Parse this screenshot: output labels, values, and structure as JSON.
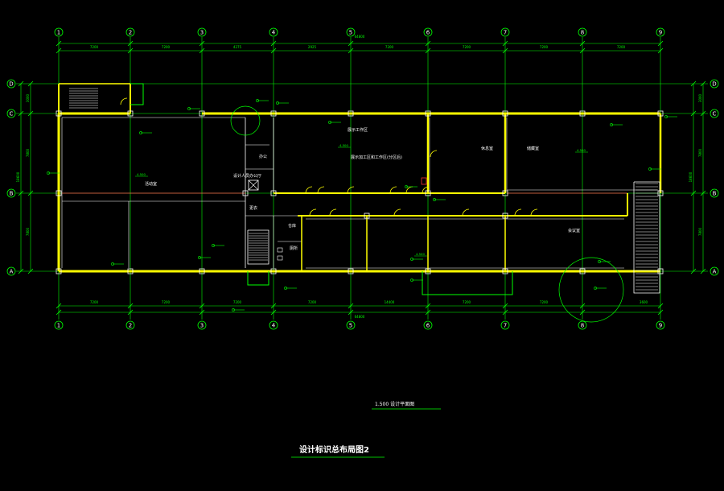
{
  "drawing": {
    "colors": {
      "background": "#000000",
      "wall": "#ffff00",
      "grid": "#00ff00",
      "partition": "#ffffff",
      "centerline": "#ff5050",
      "annotation": "#00ff00",
      "text": "#ffffff"
    },
    "grid_axes_columns": [
      "1",
      "2",
      "3",
      "4",
      "5",
      "6",
      "7",
      "8",
      "9"
    ],
    "grid_axes_rows": [
      "D",
      "C",
      "B",
      "A"
    ],
    "dimensions_top": [
      "7200",
      "7200",
      "4275",
      "2925",
      "7200",
      "7200",
      "7200",
      "7200"
    ],
    "dimensions_bottom": [
      "7200",
      "7200",
      "7200",
      "7200",
      "14400",
      "7200",
      "7200",
      "3600"
    ],
    "overall_width_top": "64800",
    "overall_width_bottom": "64800",
    "dimensions_left": [
      "3000",
      "7800",
      "7800"
    ],
    "dimensions_right": [
      "3000",
      "7800",
      "7800"
    ],
    "overall_height_left": "18600",
    "overall_height_right": "18600",
    "room_labels": [
      "活动室",
      "办公",
      "展示工作区",
      "展示加工区和工作区(分区后)",
      "休息室",
      "储藏室",
      "会议室",
      "设计人员办公厅",
      "仓库",
      "厕所",
      "更衣"
    ],
    "level_marks": [
      "4.500",
      "4.500",
      "4.500",
      "4.500"
    ],
    "plan_title": "1.500  设计平面图",
    "sheet_title": "设计标识总布局图2"
  }
}
